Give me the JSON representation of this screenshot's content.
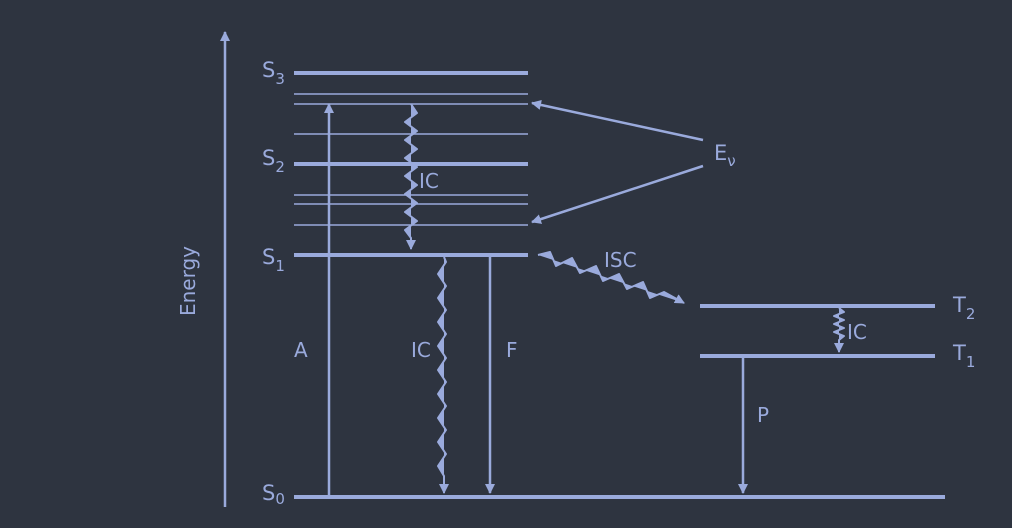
{
  "colors": {
    "background": "#2e3440",
    "line": "#9aaadc"
  },
  "axis": {
    "label": "Energy"
  },
  "states": {
    "s3": {
      "main": "S",
      "sub": "3"
    },
    "s2": {
      "main": "S",
      "sub": "2"
    },
    "s1": {
      "main": "S",
      "sub": "1"
    },
    "s0": {
      "main": "S",
      "sub": "0"
    },
    "t2": {
      "main": "T",
      "sub": "2"
    },
    "t1": {
      "main": "T",
      "sub": "1"
    }
  },
  "transitions": {
    "absorption": "A",
    "ic_upper": "IC",
    "ic_lower": "IC",
    "fluorescence": "F",
    "isc": "ISC",
    "ic_triplet": "IC",
    "phosphorescence": "P"
  },
  "vibrational": {
    "main": "E",
    "sub": "ν"
  }
}
